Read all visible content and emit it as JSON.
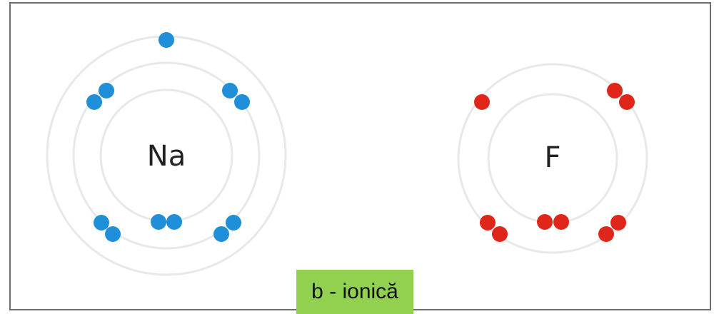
{
  "atoms": [
    {
      "id": "sodium",
      "symbol": "Na",
      "shells": 3,
      "electron_color": "#1e8fd8",
      "electrons": [
        2,
        8,
        1
      ]
    },
    {
      "id": "fluorine",
      "symbol": "F",
      "shells": 2,
      "electron_color": "#e0261a",
      "electrons": [
        2,
        7
      ]
    }
  ],
  "caption": "b - ionică",
  "colors": {
    "frame_border": "#6f6f6f",
    "shell_stroke": "#e6e6e6",
    "caption_background": "#92d050"
  }
}
